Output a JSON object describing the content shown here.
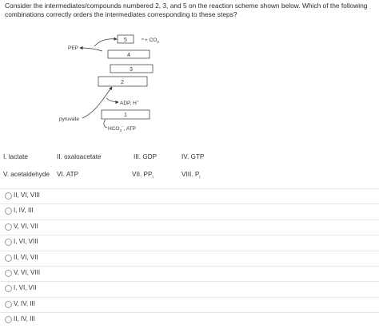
{
  "question": {
    "line1": "Consider the intermediates/compounds numbered 2, 3, and 5 on the reaction scheme shown below. Which of the following",
    "line2": "combinations correctly orders the intermediates corresponding to these steps?"
  },
  "scheme": {
    "box5": "5",
    "co2": "+ CO",
    "co2_sub": "2",
    "box4": "4",
    "box3": "3",
    "box2": "2",
    "box1": "1",
    "pep": "PEP",
    "pyruvate": "pyruvate",
    "adp": "ADP, H",
    "adp_sup": "+",
    "hco3": "HCO",
    "hco3_sub": "3",
    "hco3_sup": "−",
    "atp": ", ATP"
  },
  "options": {
    "i": "I. lactate",
    "ii": "II. oxaloacetate",
    "iii": "III. GDP",
    "iv": "IV. GTP",
    "v": "V. acetaldehyde",
    "vi": "VI. ATP",
    "vii": "VII. PP",
    "vii_sub": "i",
    "viii": "VIII. P",
    "viii_sub": "i"
  },
  "choices": [
    "II, VI, VIII",
    "I, IV, III",
    "V, VI, VII",
    "I, VI, VIII",
    "II, VI, VII",
    "V, VI, VIII",
    "I, VI, VII",
    "V, IV, III",
    "II, IV, III"
  ]
}
